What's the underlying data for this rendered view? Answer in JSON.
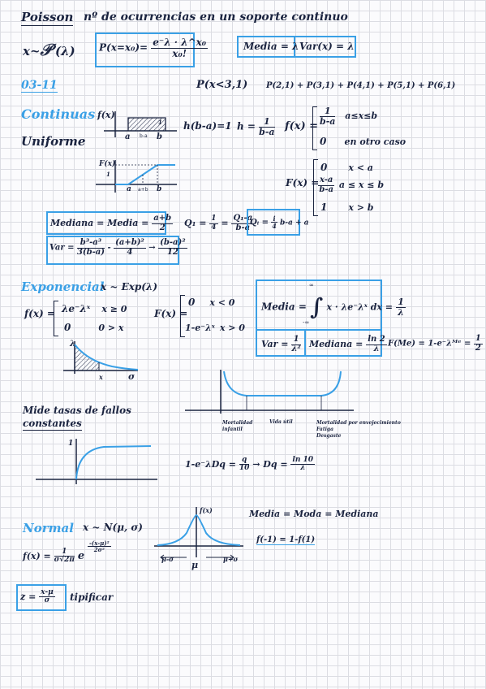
{
  "poisson": {
    "title": "Poisson",
    "desc": "nº de ocurrencias en un soporte continuo",
    "dist": "x~",
    "dist_sym": "𝒫",
    "dist_param": "(λ)",
    "pmf_lhs": "P(x=x₀)=",
    "pmf_num": "e⁻λ · λ^x₀",
    "pmf_den": "x₀!",
    "mean": "Media = λ",
    "var": "Var(x) = λ"
  },
  "exercise": {
    "id": "03-11",
    "prob": "P(x<3,1)",
    "sum": "P(2,1) + P(3,1) + P(4,1) + P(5,1) + P(6,1)"
  },
  "continuous": {
    "heading": "Continuas",
    "fx": "f(x)",
    "area_eq": "h(b-a)=1",
    "h_lhs": "h =",
    "h_num": "1",
    "h_den": "b-a",
    "uniform": "Uniforme",
    "sketch": {
      "a": "a",
      "b": "b",
      "one": "1",
      "ba": "b-a"
    },
    "pdf_lhs": "f(x) =",
    "pdf_c1_num": "1",
    "pdf_c1_den": "b-a",
    "pdf_c1_cond": "a≤x≤b",
    "pdf_c2_val": "0",
    "pdf_c2_cond": "en otro caso",
    "cdf_sketch": {
      "Fx": "F(x)",
      "one": "1",
      "a": "a",
      "ab": "a+b",
      "b": "b"
    },
    "cdf_lhs": "F(x) =",
    "cdf_c1_val": "0",
    "cdf_c1_cond": "x < a",
    "cdf_c2_num": "x-a",
    "cdf_c2_den": "b-a",
    "cdf_c2_cond": "a ≤ x ≤ b",
    "cdf_c3_val": "1",
    "cdf_c3_cond": "x > b",
    "median_lhs": "Mediana = Media =",
    "median_num": "a+b",
    "median_den": "2",
    "q1_lhs": "Q₁ =",
    "q1_f_num": "1",
    "q1_f_den": "4",
    "q1_r_num": "Q₁-a",
    "q1_r_den": "b-a",
    "qi_lhs": "Qᵢ =",
    "qi_f_num": "i",
    "qi_f_den": "4",
    "qi_rhs": "b-a + a",
    "var_lhs": "Var =",
    "var_n1": "b³-a³",
    "var_d1": "3(b-a)",
    "var_mid": "-",
    "var_n2": "(a+b)²",
    "var_d2": "4",
    "var_arrow": "→",
    "var_n3": "(b-a)²",
    "var_d3": "12"
  },
  "exponential": {
    "heading": "Exponencial",
    "dist": "x ~ Exp(λ)",
    "pdf_lhs": "f(x) =",
    "pdf_c1": "λe⁻λˣ",
    "pdf_c1_cond": "x ≥ 0",
    "pdf_c2": "0",
    "pdf_c2_cond": "0 > x",
    "cdf_lhs": "F(x) =",
    "cdf_c1": "0",
    "cdf_c1_cond": "x < 0",
    "cdf_c2": "1-e⁻λˣ",
    "cdf_c2_cond": "x > 0",
    "mean_lhs": "Media =",
    "mean_top": "∞",
    "mean_bot": "-∞",
    "mean_integrand": "x · λe⁻λˣ dx =",
    "mean_num": "1",
    "mean_den": "λ",
    "var_lhs": "Var =",
    "var_num": "1",
    "var_den": "λ²",
    "median_lhs": "Mediana =",
    "median_num": "ln 2",
    "median_den": "λ",
    "median_eq_lhs": "F(Me) = 1-e⁻λᴹᵉ =",
    "median_eq_num": "1",
    "median_eq_den": "2",
    "sketch": {
      "lambda": "λ",
      "x": "x",
      "o": "σ"
    },
    "note_line1": "Mide tasas de fallos",
    "note_line2": "constantes",
    "bathtub": {
      "l1": "Mortalidad",
      "l1b": "infantil",
      "l2": "Vida útil",
      "l3": "Mortalidad por envejecimiento",
      "l3b": "Fatiga",
      "l3c": "Desgaste"
    },
    "cdf_sketch_one": "1",
    "quantile_lhs": "1-e⁻λDq =",
    "quantile_n": "q",
    "quantile_d": "10",
    "quantile_arrow": "→ Dq =",
    "quantile_rn": "ln 10",
    "quantile_rd": "λ"
  },
  "normal": {
    "heading": "Normal",
    "dist": "x ~ N(μ, σ)",
    "pdf_lhs": "f(x) =",
    "pdf_num": "1",
    "pdf_den": "σ√2π",
    "pdf_e": "e",
    "pdf_exp_num": "-(x-μ)²",
    "pdf_exp_den": "2σ²",
    "fx": "f(x)",
    "mu": "μ",
    "mu_minus": "μ-σ",
    "mu_plus": "μ+σ",
    "mmm": "Media = Moda = Mediana",
    "sym": "f(-1) = 1-f(1)",
    "z_lhs": "z =",
    "z_num": "x-μ",
    "z_den": "σ",
    "z_label": "tipificar"
  }
}
